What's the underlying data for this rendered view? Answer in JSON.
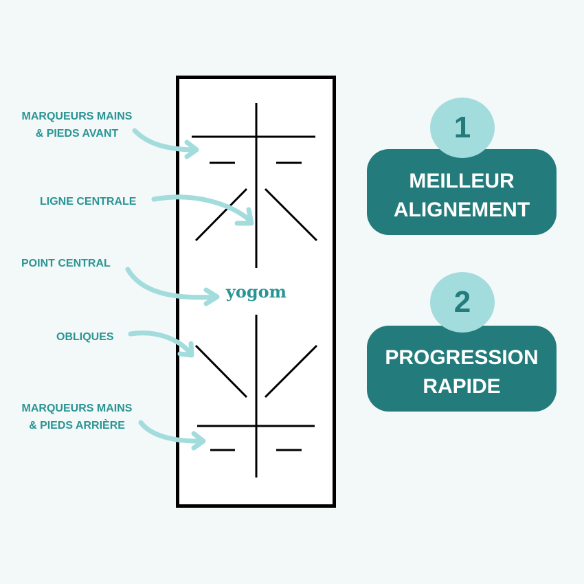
{
  "labels": {
    "front_markers_1": "MARQUEURS MAINS",
    "front_markers_2": "& PIEDS AVANT",
    "center_line": "LIGNE CENTRALE",
    "center_point": "POINT CENTRAL",
    "obliques": "OBLIQUES",
    "back_markers_1": "MARQUEURS MAINS",
    "back_markers_2": "& PIEDS ARRIÈRE"
  },
  "logo": "yogom",
  "benefits": [
    {
      "number": "1",
      "line1": "MEILLEUR",
      "line2": "ALIGNEMENT"
    },
    {
      "number": "2",
      "line1": "PROGRESSION",
      "line2": "RAPIDE"
    }
  ],
  "colors": {
    "background": "#f3f8f8",
    "teal": "#237b7b",
    "light_teal": "#a3dcdd",
    "label": "#2a9494"
  }
}
